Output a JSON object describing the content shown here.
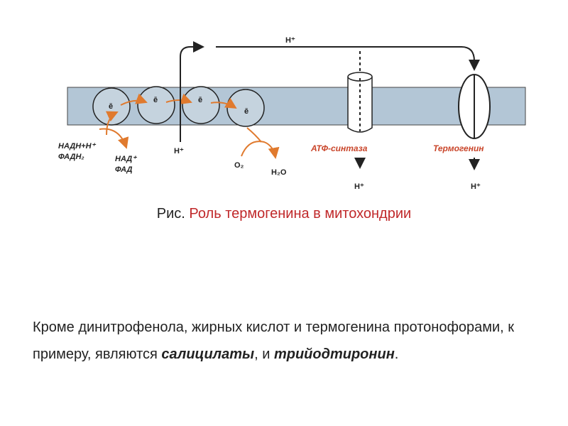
{
  "diagram": {
    "electron_label": "ē",
    "proton_label": "H⁺",
    "donor_1": "НАДН+Н⁺",
    "donor_2": "ФАДН₂",
    "product_1": "НАД⁺",
    "product_2": "ФАД",
    "oxygen": "O₂",
    "water": "H₂O",
    "atp_synthase": "АТФ-синтаза",
    "thermogenin": "Термогенин",
    "colors": {
      "membrane": "#b3c6d6",
      "arrow_orange": "#e07a2e",
      "label_red": "#c9452a"
    }
  },
  "caption": {
    "prefix": "Рис. ",
    "title": "Роль термогенина в митохондрии"
  },
  "paragraph": {
    "part1": "Кроме динитрофенола, жирных кислот и термогенина протонофорами, к примеру, являются ",
    "term1": "салицилаты",
    "part2": ", и ",
    "term2": "трийодтиронин",
    "part3": "."
  }
}
